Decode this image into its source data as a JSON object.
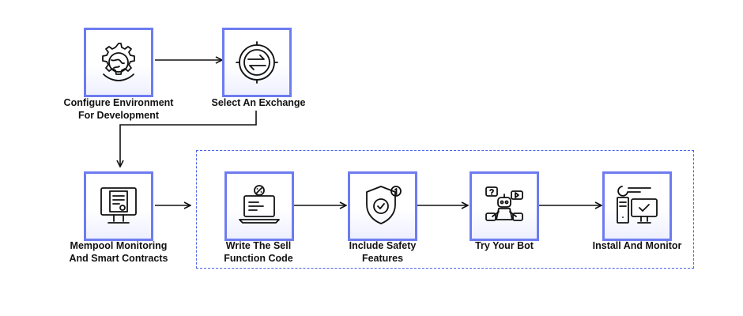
{
  "steps": [
    {
      "id": "configure",
      "icon": "gear-globe-icon",
      "label_lines": [
        "Configure Environment",
        "For Development"
      ]
    },
    {
      "id": "exchange",
      "icon": "exchange-arrows-icon",
      "label_lines": [
        "Select An Exchange"
      ]
    },
    {
      "id": "mempool",
      "icon": "monitor-document-icon",
      "label_lines": [
        "Mempool Monitoring",
        "And Smart Contracts"
      ]
    },
    {
      "id": "sell-code",
      "icon": "laptop-code-icon",
      "label_lines": [
        "Write The Sell",
        "Function Code"
      ]
    },
    {
      "id": "safety",
      "icon": "shield-check-icon",
      "label_lines": [
        "Include Safety",
        "Features"
      ]
    },
    {
      "id": "try-bot",
      "icon": "robot-chat-icon",
      "label_lines": [
        "Try Your Bot"
      ]
    },
    {
      "id": "install",
      "icon": "computer-wrench-icon",
      "label_lines": [
        "Install And Monitor"
      ]
    }
  ],
  "colors": {
    "box_border": "#6d7cf0",
    "dashed_group": "#4a63e8",
    "arrow": "#111111"
  }
}
